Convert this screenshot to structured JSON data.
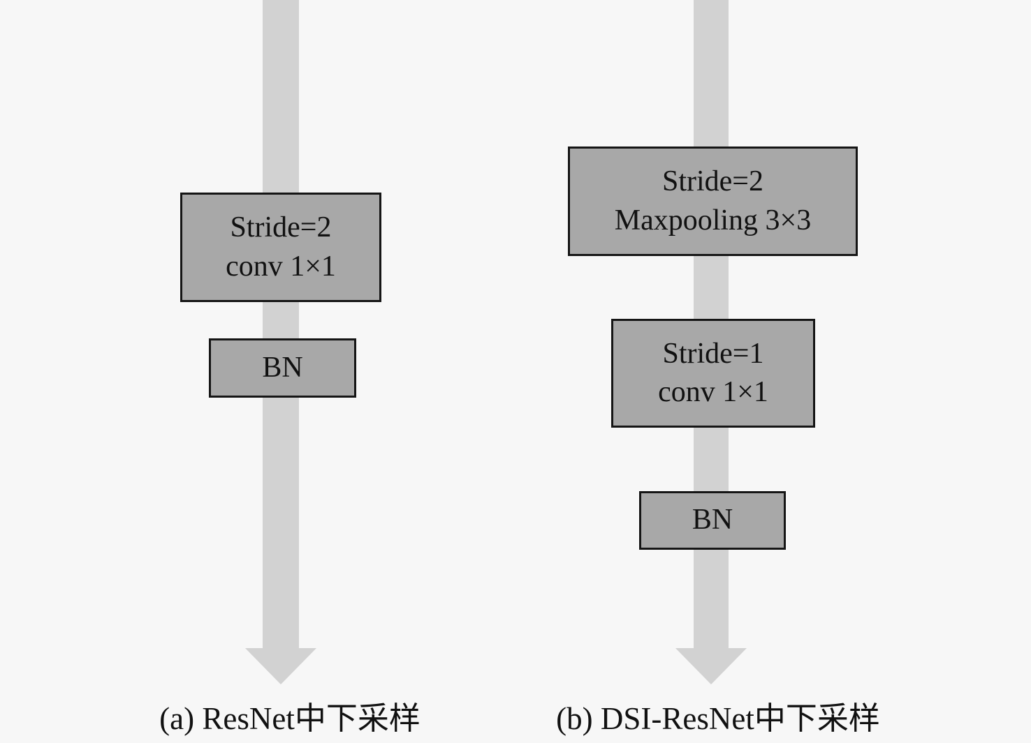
{
  "figure": {
    "background_color": "#f7f7f7",
    "arrow_color": "#d2d2d2",
    "box_fill_color": "#a8a8a8",
    "box_border_color": "#151515",
    "panels": [
      {
        "id": "a",
        "caption": "(a) ResNet中下采样",
        "boxes": [
          {
            "name": "stride2-conv1x1",
            "lines": [
              "Stride=2",
              "conv 1×1"
            ]
          },
          {
            "name": "bn",
            "lines": [
              "BN"
            ]
          }
        ]
      },
      {
        "id": "b",
        "caption": "(b) DSI-ResNet中下采样",
        "boxes": [
          {
            "name": "stride2-maxpooling3x3",
            "lines": [
              "Stride=2",
              "Maxpooling 3×3"
            ]
          },
          {
            "name": "stride1-conv1x1",
            "lines": [
              "Stride=1",
              "conv 1×1"
            ]
          },
          {
            "name": "bn",
            "lines": [
              "BN"
            ]
          }
        ]
      }
    ]
  }
}
